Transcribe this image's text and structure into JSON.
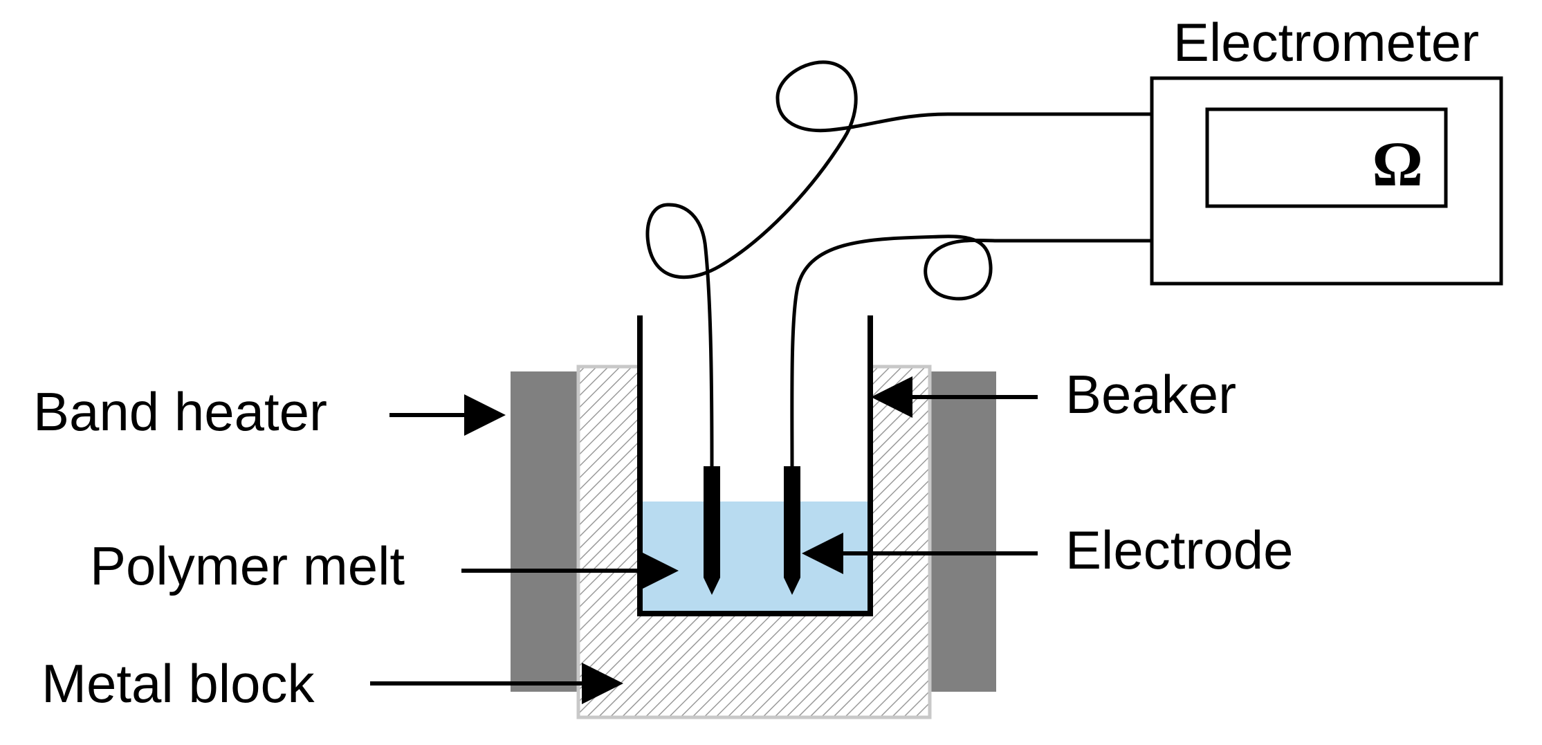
{
  "labels": {
    "electrometer": "Electrometer",
    "display_unit": "Ω",
    "band_heater": "Band heater",
    "beaker": "Beaker",
    "polymer_melt": "Polymer melt",
    "electrode": "Electrode",
    "metal_block": "Metal block"
  },
  "colors": {
    "band_heater": "#808080",
    "metal_block_hatch": "#9a9a9a",
    "polymer_melt": "#b8dbf0",
    "outline": "#000000"
  }
}
